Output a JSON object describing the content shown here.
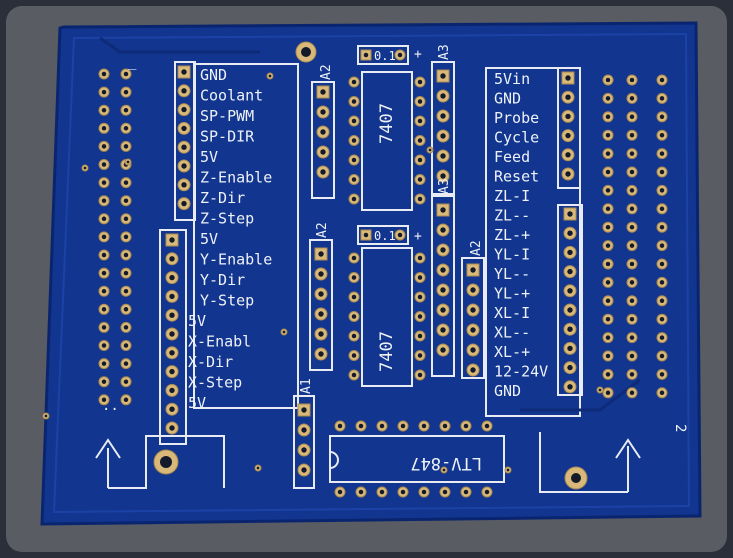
{
  "board": {
    "background": "#5a5c63",
    "frame": "#2b2f3a",
    "pcb_color": "#12358f",
    "pcb_edge": "#0a2570",
    "silk_color": "#eef2f8",
    "pad_color": "#d9b97a"
  },
  "left_labels": [
    "GND",
    "Coolant",
    "SP-PWM",
    "SP-DIR",
    "5V",
    "Z-Enable",
    "Z-Dir",
    "Z-Step",
    "5V",
    "Y-Enable",
    "Y-Dir",
    "Y-Step",
    "5V",
    "X-Enabl",
    "X-Dir",
    "X-Step",
    "5V"
  ],
  "right_labels": [
    "5Vin",
    "GND",
    "Probe",
    "Cycle",
    "Feed",
    "Reset",
    "ZL-I",
    "ZL--",
    "ZL-+",
    "YL-I",
    "YL--",
    "YL-+",
    "XL-I",
    "XL--",
    "XL-+",
    "12-24V",
    "GND"
  ],
  "chips": [
    {
      "label": "7407",
      "cap": "0.1",
      "cap_sign": "+"
    },
    {
      "label": "7407",
      "cap": "0.1",
      "cap_sign": "+"
    },
    {
      "label": "LTV-847"
    }
  ],
  "connector_labels": [
    "A2",
    "A3",
    "A3",
    "A2",
    "A2",
    "A1"
  ],
  "corner_labels": {
    "bottom_left": "..",
    "bottom_right": "2",
    "top_left": "_"
  }
}
